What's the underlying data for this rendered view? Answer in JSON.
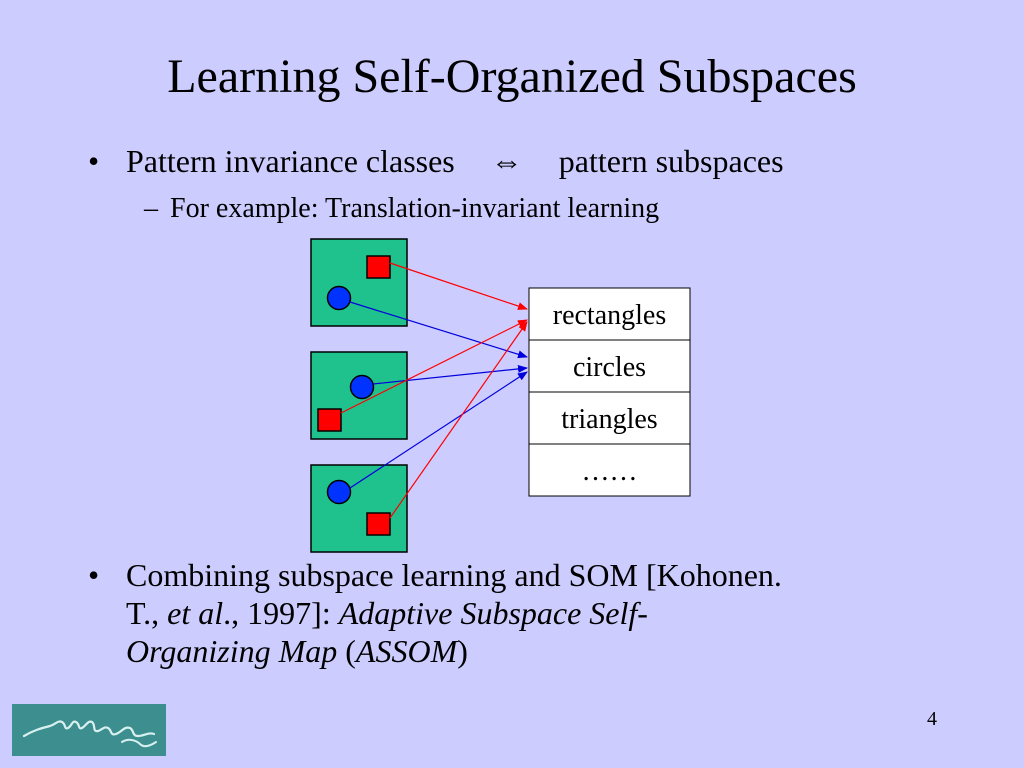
{
  "slide": {
    "title": "Learning Self-Organized Subspaces",
    "bullet1": {
      "text_left": "Pattern invariance classes",
      "symbol": "⇔",
      "text_right": "pattern subspaces"
    },
    "sub_bullet": "For example: Translation-invariant learning",
    "bullet2": {
      "part1": "Combining subspace learning and SOM [Kohonen.",
      "part2": "T., ",
      "part3_italic": "et al",
      "part4": "., 1997]: ",
      "part5_italic": "Adaptive Subspace Self-",
      "part6_italic": "Organizing Map",
      "part7": " (",
      "part8_italic": "ASSOM",
      "part9": ")"
    },
    "bullet_marker": "•",
    "sub_marker": "–",
    "page_number": "4"
  },
  "diagram": {
    "categories": [
      "rectangles",
      "circles",
      "triangles",
      "……"
    ],
    "colors": {
      "panel_fill": "#1fc18d",
      "square_fill": "#ff0000",
      "circle_fill": "#0033ff",
      "red_arrow": "#ff0000",
      "blue_arrow": "#0000dd",
      "table_fill": "#ffffff"
    }
  },
  "colors": {
    "background": "#ccccff",
    "logo_bg": "#3d8f8f"
  }
}
